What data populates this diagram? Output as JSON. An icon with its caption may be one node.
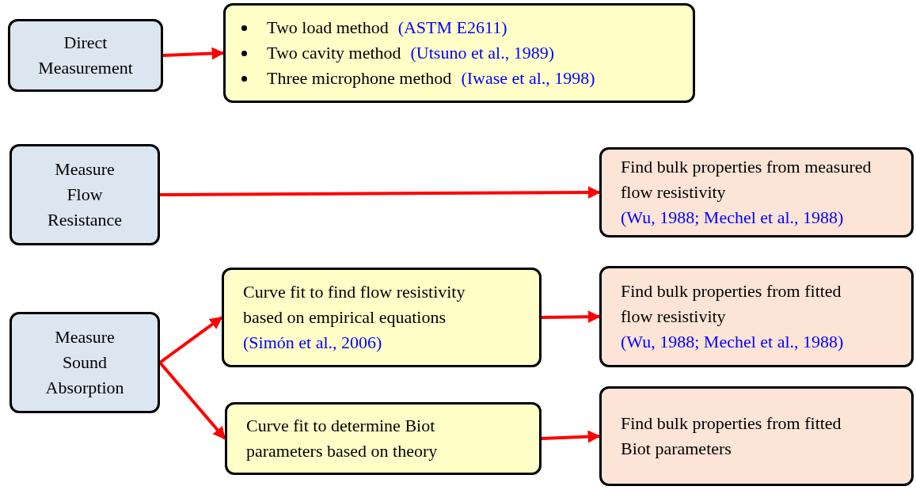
{
  "diagram": {
    "nodes": [
      {
        "text": [
          "Direct Measurement"
        ]
      },
      {
        "text": [
          "Two load method",
          "(ASTM E2611)",
          "Two cavity method",
          "(Utsuno et al., 1989)",
          "Three microphone method",
          "(Iwase et al., 1998)"
        ]
      },
      {
        "text": [
          "Measure Flow Resistance"
        ]
      },
      {
        "text": [
          "Find bulk properties from measured flow resistivity",
          "(Wu, 1988; Mechel et al., 1988)"
        ]
      },
      {
        "text": [
          "Measure Sound Absorption"
        ]
      },
      {
        "text": [
          "Curve fit to find flow resistivity based on empirical equations",
          "(Simón et al., 2006)"
        ]
      },
      {
        "text": [
          "Find bulk properties from fitted flow resistivity",
          "(Wu, 1988; Mechel et al., 1988)"
        ]
      },
      {
        "text": [
          "Curve fit to determine Biot parameters based on theory"
        ]
      },
      {
        "text": [
          "Find bulk properties from fitted Biot parameters"
        ]
      }
    ],
    "edges": [
      {
        "from": 0,
        "to": 1,
        "arrow": "to"
      },
      {
        "from": 2,
        "to": 3,
        "arrow": "to"
      },
      {
        "from": 4,
        "to": 5,
        "arrow": "to"
      },
      {
        "from": 4,
        "to": 7,
        "arrow": "to"
      },
      {
        "from": 5,
        "to": 6,
        "arrow": "to"
      },
      {
        "from": 7,
        "to": 8,
        "arrow": "to"
      }
    ]
  }
}
